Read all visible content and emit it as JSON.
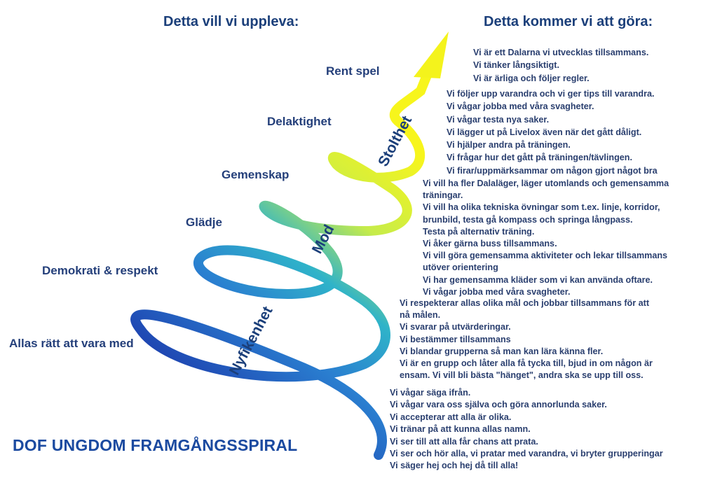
{
  "headings": {
    "left": "Detta vill vi uppleva:",
    "right": "Detta kommer vi att göra:"
  },
  "levels": [
    "Rent spel",
    "Delaktighet",
    "Gemenskap",
    "Glädje",
    "Demokrati & respekt",
    "Allas rätt att vara med"
  ],
  "spiral_labels": [
    "Nyfikenhet",
    "Mod",
    "Stolthet"
  ],
  "title": "DOF UNGDOM FRAMGÅNGSSPIRAL",
  "blocks": [
    [
      "Vi är ett Dalarna vi utvecklas tillsammans.",
      "Vi tänker långsiktigt.",
      "Vi är ärliga och följer regler."
    ],
    [
      "Vi följer upp varandra och vi ger tips till varandra.",
      "Vi vågar jobba med våra svagheter.",
      "Vi vågar testa nya saker.",
      "Vi lägger ut på Livelox även när det gått dåligt.",
      "Vi hjälper andra på träningen.",
      "Vi frågar hur det gått på träningen/tävlingen.",
      "Vi firar/uppmärksammar om någon gjort något bra"
    ],
    [
      "Vi vill ha fler Dalaläger, läger utomlands och gemensamma",
      "träningar.",
      "Vi vill ha olika tekniska övningar som t.ex. linje, korridor,",
      "brunbild, testa gå kompass och springa långpass.",
      "Testa på alternativ träning.",
      "Vi åker gärna buss tillsammans.",
      "Vi vill göra gemensamma aktiviteter och lekar tillsammans",
      "utöver orientering",
      "Vi har gemensamma kläder som vi kan använda oftare.",
      "Vi vågar jobba med våra svagheter."
    ],
    [
      "Vi respekterar allas olika mål och jobbar tillsammans för att",
      "nå målen.",
      "Vi svarar på utvärderingar.",
      "Vi bestämmer tillsammans",
      "Vi blandar grupperna så man kan lära känna fler.",
      "Vi är en grupp och låter alla få tycka till, bjud in om någon är",
      "ensam. Vi vill bli bästa \"hänget\", andra ska se upp till oss."
    ],
    [
      "Vi vågar säga ifrån.",
      "Vi vågar vara oss själva och göra annorlunda saker.",
      "Vi accepterar att alla är olika.",
      "Vi tränar på att kunna allas namn.",
      "Vi ser till att alla får chans att prata.",
      "Vi ser och hör alla, vi pratar med varandra, vi bryter grupperingar",
      "Vi säger hej och hej då till alla!"
    ]
  ],
  "colors": {
    "text": "#1f3a72",
    "deep_blue": "#1d3fae",
    "teal": "#2aa7c9",
    "yellow": "#f2f21a"
  }
}
